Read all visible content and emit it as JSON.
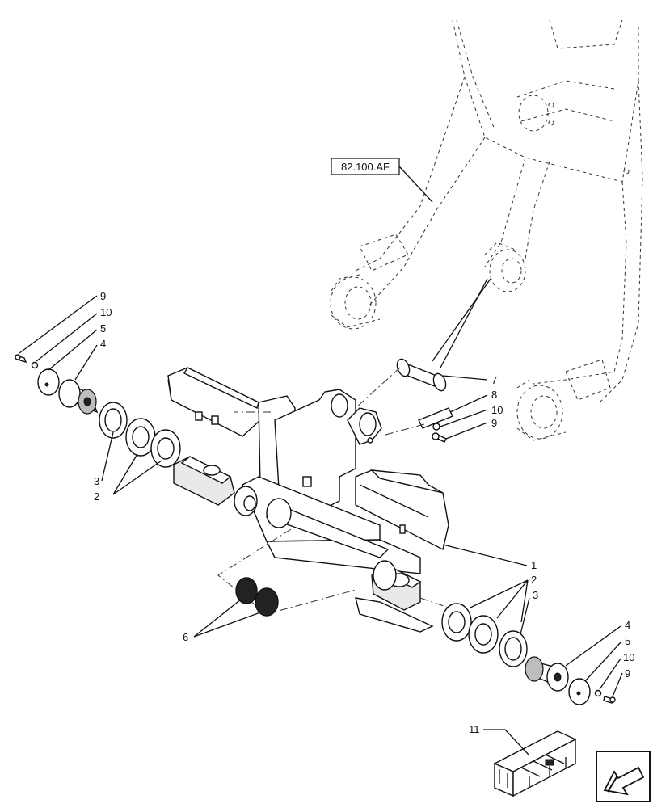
{
  "diagram": {
    "reference_label": "82.100.AF",
    "callouts": {
      "c1": "1",
      "c2_left": "2",
      "c2_right": "2",
      "c3_left": "3",
      "c3_right": "3",
      "c4_left": "4",
      "c4_right": "4",
      "c5_left": "5",
      "c5_right": "5",
      "c6": "6",
      "c7": "7",
      "c8": "8",
      "c9_left": "9",
      "c9_mid": "9",
      "c9_right": "9",
      "c10_left": "10",
      "c10_mid": "10",
      "c10_right": "10",
      "c11": "11"
    }
  },
  "icons": {
    "kit_box": "kit-box-icon",
    "navigation": "nav-arrow-icon"
  }
}
